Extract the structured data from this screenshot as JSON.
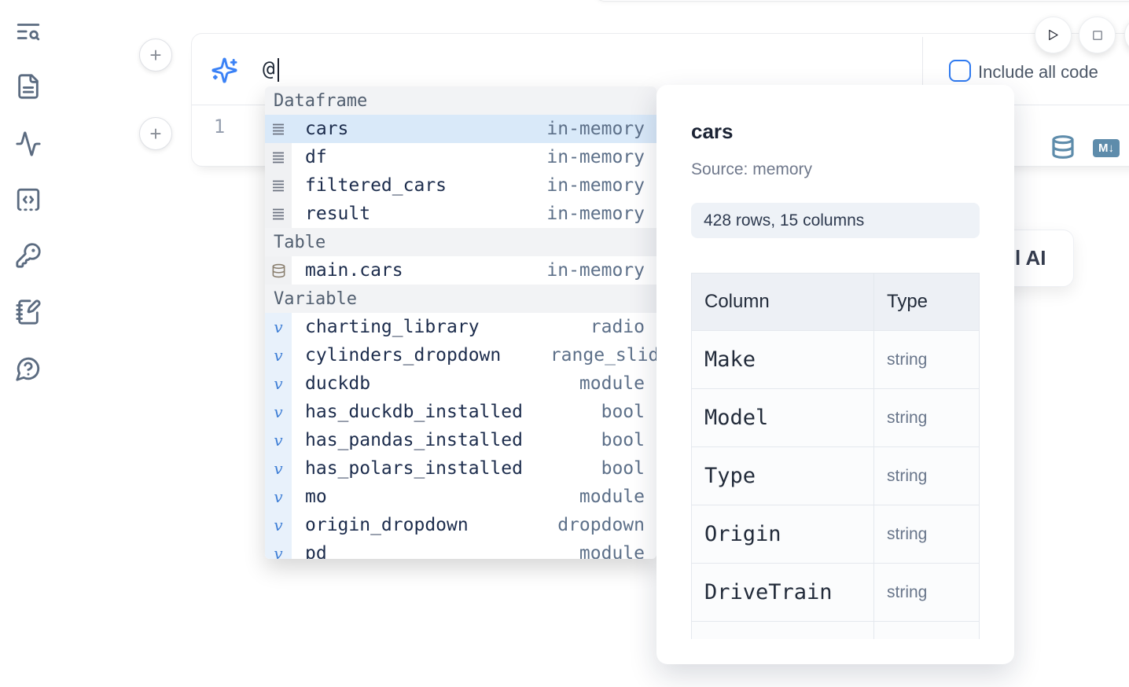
{
  "colors": {
    "accent_blue": "#3b82f6",
    "selection_bg": "#d9e9f9",
    "steel_blue": "#5e8cab",
    "navy_text": "#1c2c4c",
    "muted_text": "#5d7089"
  },
  "sidebar": {
    "items": [
      {
        "icon": "list-search-icon"
      },
      {
        "icon": "file-text-icon"
      },
      {
        "icon": "activity-icon"
      },
      {
        "icon": "code-square-icon"
      },
      {
        "icon": "key-icon"
      },
      {
        "icon": "notebook-pen-icon"
      },
      {
        "icon": "help-bubble-icon"
      }
    ]
  },
  "toolbar": {
    "play_icon": "play-icon",
    "stop_icon": "stop-icon"
  },
  "cell": {
    "add_button_label": "+",
    "sparkle_icon": "sparkles-icon",
    "ai_prompt_value": "@",
    "include_all_code_label": "Include all code",
    "line_number": "1",
    "database_icon": "database-icon",
    "markdown_badge_label": "M↓"
  },
  "autocomplete": {
    "sections": [
      {
        "label": "Dataframe",
        "kind": "dataframe",
        "items": [
          {
            "name": "cars",
            "type": "in-memory",
            "selected": true
          },
          {
            "name": "df",
            "type": "in-memory"
          },
          {
            "name": "filtered_cars",
            "type": "in-memory"
          },
          {
            "name": "result",
            "type": "in-memory"
          }
        ]
      },
      {
        "label": "Table",
        "kind": "table",
        "items": [
          {
            "name": "main.cars",
            "type": "in-memory"
          }
        ]
      },
      {
        "label": "Variable",
        "kind": "variable",
        "items": [
          {
            "name": "charting_library",
            "type": "radio"
          },
          {
            "name": "cylinders_dropdown",
            "type": "range_slider",
            "clip": true
          },
          {
            "name": "duckdb",
            "type": "module"
          },
          {
            "name": "has_duckdb_installed",
            "type": "bool"
          },
          {
            "name": "has_pandas_installed",
            "type": "bool"
          },
          {
            "name": "has_polars_installed",
            "type": "bool"
          },
          {
            "name": "mo",
            "type": "module"
          },
          {
            "name": "origin_dropdown",
            "type": "dropdown"
          },
          {
            "name": "pd",
            "type": "module"
          }
        ]
      }
    ]
  },
  "preview": {
    "title": "cars",
    "source": "Source: memory",
    "shape": "428 rows, 15 columns",
    "table": {
      "headers": [
        "Column",
        "Type"
      ],
      "rows": [
        [
          "Make",
          "string"
        ],
        [
          "Model",
          "string"
        ],
        [
          "Type",
          "string"
        ],
        [
          "Origin",
          "string"
        ],
        [
          "DriveTrain",
          "string"
        ]
      ]
    }
  },
  "ai_button_fragment": {
    "label": "l AI"
  }
}
